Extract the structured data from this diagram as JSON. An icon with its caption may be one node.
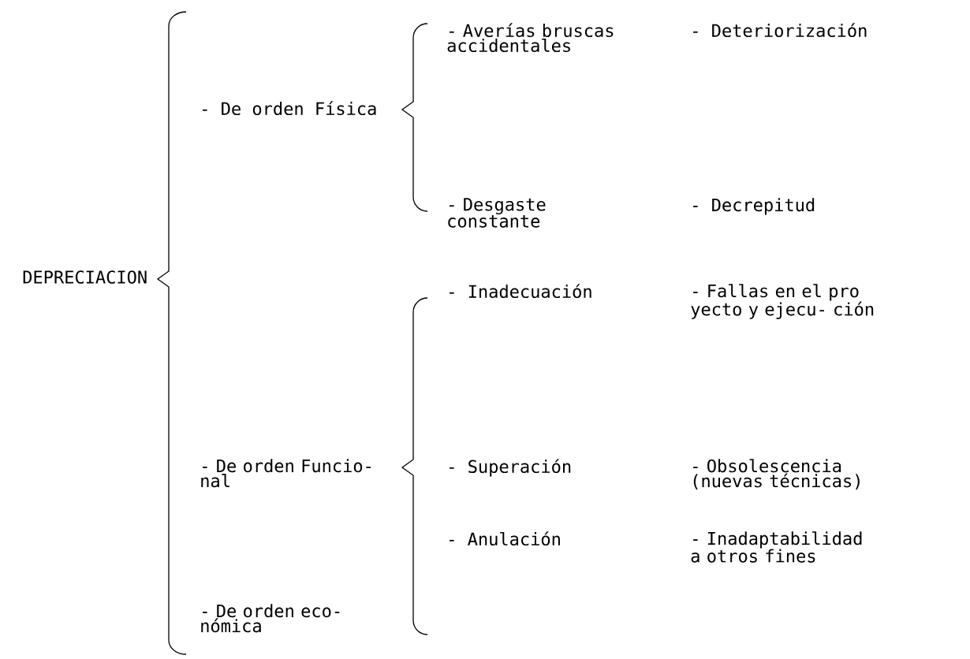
{
  "diagram": {
    "labels": [
      "DEPRECIACION",
      "- De orden Física",
      "- Averías bruscas accidentales",
      "- Deteriorización",
      "- Desgaste constante",
      "- Decrepitud",
      "- De orden Funcio- nal",
      "- Inadecuación",
      "- Fallas en el pro yecto y ejecu- ción",
      "- Superación",
      "- Obsolescencia (nuevas técnicas)",
      "- Anulación",
      "- Inadaptabilidad a otros fines",
      "- De orden eco- nómica"
    ]
  }
}
